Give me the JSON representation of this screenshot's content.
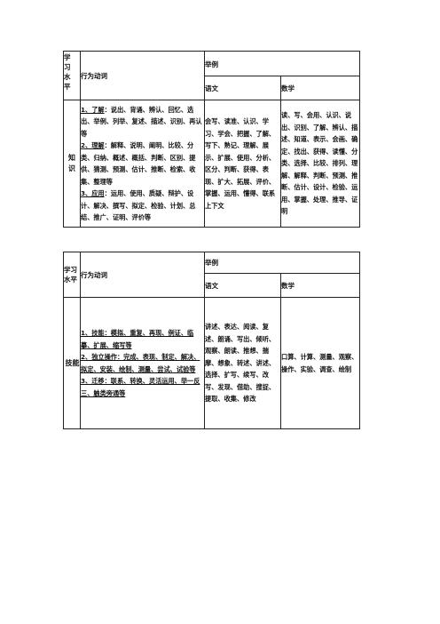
{
  "table1": {
    "col_level": "学习水平",
    "col_verb": "行为动词",
    "col_examples": "举例",
    "col_chinese": "语文",
    "col_math": "数学",
    "level": "知识",
    "verbs": [
      {
        "key": "1、了解",
        "text": "：说出、背诵、辨认、回忆、选出、举例、列举、复述、描述、识别、再认等"
      },
      {
        "key": "2、理解",
        "text": "：解释、说明、阐明、比较、分类、归纳、概述、概括、判断、区别、提供、猜测、预测、估计、推断、检索、收集、整理等"
      },
      {
        "key": "3、应用",
        "text": "：运用、使用、质疑、辩护、设计、解决、撰写、拟定、检验、计划、总结、推广、证明、评价等"
      }
    ],
    "chinese": "会写、读准、认识、学习、学会、把握、了解、写下、熟记、理解、展示、扩展、使用、分析、区分、判断、获得、表现、扩大、拓展、评价、掌握、运用、懂得、联系上下文",
    "math": "读、写、会用、认识、说出、识别、了解、辨认、描述、知道、表示、会画、确定、找出、获得、读懂、分类、选择、比较、排列、理解、解释、判断、预测、推断、估计、设计、检验、运用、掌握、处理、推导、证明"
  },
  "table2": {
    "col_level": "学习水平",
    "col_verb": "行为动词",
    "col_examples": "举例",
    "col_chinese": "语文",
    "col_math": "数学",
    "level": "技能",
    "verbs": [
      {
        "key": "1、技能：模拟、重复、再现、例证、临摹、扩展、缩写等"
      },
      {
        "key": "2、独立操作：完成、表现、制定、解决、拟定、安装、绘制、测量、尝试、试验等"
      },
      {
        "key": "3、迁移：联系、转换、灵活运用、举一反三、触类旁通等"
      }
    ],
    "chinese": "讲述、表达、阅读、复述、朗诵、写出、倾听、观察、朗读、推想、揣摩、想象、转述、讲述、选择、扩写、续写、改写、发现、借助、搜捉、提取、收集、修改",
    "math": "口算、计算、测量、观察、操作、实验、调查、绘制"
  }
}
